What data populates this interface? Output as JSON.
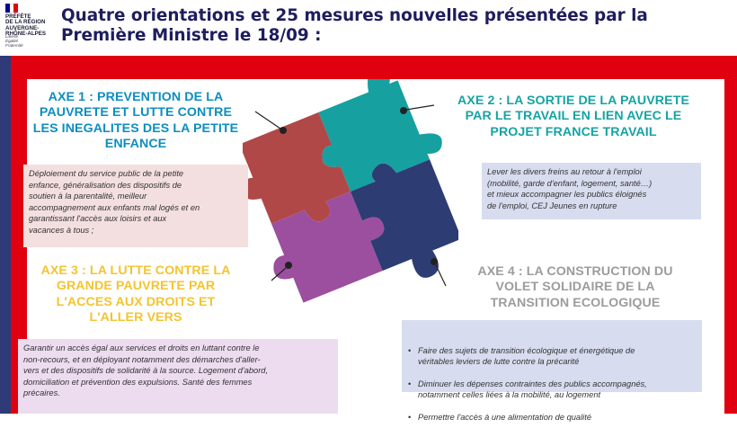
{
  "header": {
    "logo_text": "PRÉFÈTE\nDE LA RÉGION\nAUVERGNE-\nRHÔNE-ALPES",
    "logo_motto": "Liberté\nÉgalité\nFraternité",
    "title": "Quatre orientations et 25 mesures nouvelles présentées par la\nPremière Ministre le 18/09 :"
  },
  "colors": {
    "title": "#1e1d5e",
    "frame_blue": "#2f3a78",
    "frame_red": "#e1000f",
    "axe1": "#0c8dbf",
    "axe2": "#16a3a3",
    "axe3": "#f3c431",
    "axe4": "#9c9c9c",
    "piece_red": "#b04848",
    "piece_teal": "#16a0a0",
    "piece_purple": "#9b4f9e",
    "piece_navy": "#2d3c73"
  },
  "axes": [
    {
      "title": "AXE 1 : PREVENTION DE LA\nPAUVRETE ET LUTTE CONTRE\nLES INEGALITES DES LA PETITE\nENFANCE",
      "text": "Déploiement du service public de la petite\nenfance, généralisation des dispositifs de\nsoutien à la parentalité, meilleur\naccompagnement aux enfants mal logés et en\ngarantissant l'accès aux loisirs et aux\nvacances à tous ;"
    },
    {
      "title": "AXE 2 : LA SORTIE DE LA PAUVRETE\nPAR LE TRAVAIL EN LIEN AVEC LE\nPROJET FRANCE TRAVAIL",
      "text": "Lever les divers freins au retour à l'emploi\n(mobilité, garde d'enfant, logement, santé…)\net mieux accompagner les publics éloignés\nde l'emploi, CEJ Jeunes en rupture"
    },
    {
      "title": "AXE 3 : LA LUTTE CONTRE LA\nGRANDE PAUVRETE PAR\nL'ACCES AUX DROITS ET\nL'ALLER VERS",
      "text": "Garantir un accès égal aux services et droits en luttant contre le\nnon-recours, et en déployant notamment des démarches d'aller-\nvers et des dispositifs de solidarité à la source. Logement d'abord,\ndomiciliation et prévention des expulsions. Santé des femmes\nprécaires."
    },
    {
      "title": "AXE 4 : LA CONSTRUCTION DU\nVOLET SOLIDAIRE DE LA\nTRANSITION ECOLOGIQUE",
      "bullets": [
        "Faire des sujets de transition écologique et énergétique de\nvéritables leviers de lutte contre la précarité",
        "Diminuer les dépenses contraintes des publics accompagnés,\nnotamment celles liées à la mobilité, au logement",
        "Permettre l'accès à une alimentation de qualité"
      ]
    }
  ]
}
